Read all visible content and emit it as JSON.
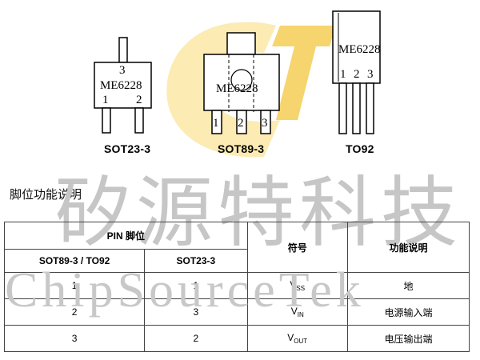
{
  "watermark": {
    "chinese": "矽源特科技",
    "english": "ChipSourceTek"
  },
  "packages": [
    {
      "name": "SOT23-3",
      "chip": "ME6228",
      "pins": [
        "3",
        "1",
        "2"
      ]
    },
    {
      "name": "SOT89-3",
      "chip": "ME6228",
      "pins": [
        "1",
        "2",
        "3"
      ]
    },
    {
      "name": "TO92",
      "chip": "ME6228",
      "pins": [
        "1",
        "2",
        "3"
      ]
    }
  ],
  "section_title": "脚位功能说明",
  "table": {
    "header_pin": "PIN 脚位",
    "header_sot89": "SOT89-3 / TO92",
    "header_sot23": "SOT23-3",
    "header_symbol": "符号",
    "header_function": "功能说明",
    "rows": [
      {
        "sot89": "1",
        "sot23": "1",
        "symbol_main": "V",
        "symbol_sub": "SS",
        "function": "地"
      },
      {
        "sot89": "2",
        "sot23": "3",
        "symbol_main": "V",
        "symbol_sub": "IN",
        "function": "电源输入端"
      },
      {
        "sot89": "3",
        "sot23": "2",
        "symbol_main": "V",
        "symbol_sub": "OUT",
        "function": "电压输出端"
      }
    ]
  },
  "colors": {
    "logo_yellow": "#f5cf5e",
    "logo_light": "#fbe7a6",
    "watermark_gray": "#c6c6c6"
  }
}
